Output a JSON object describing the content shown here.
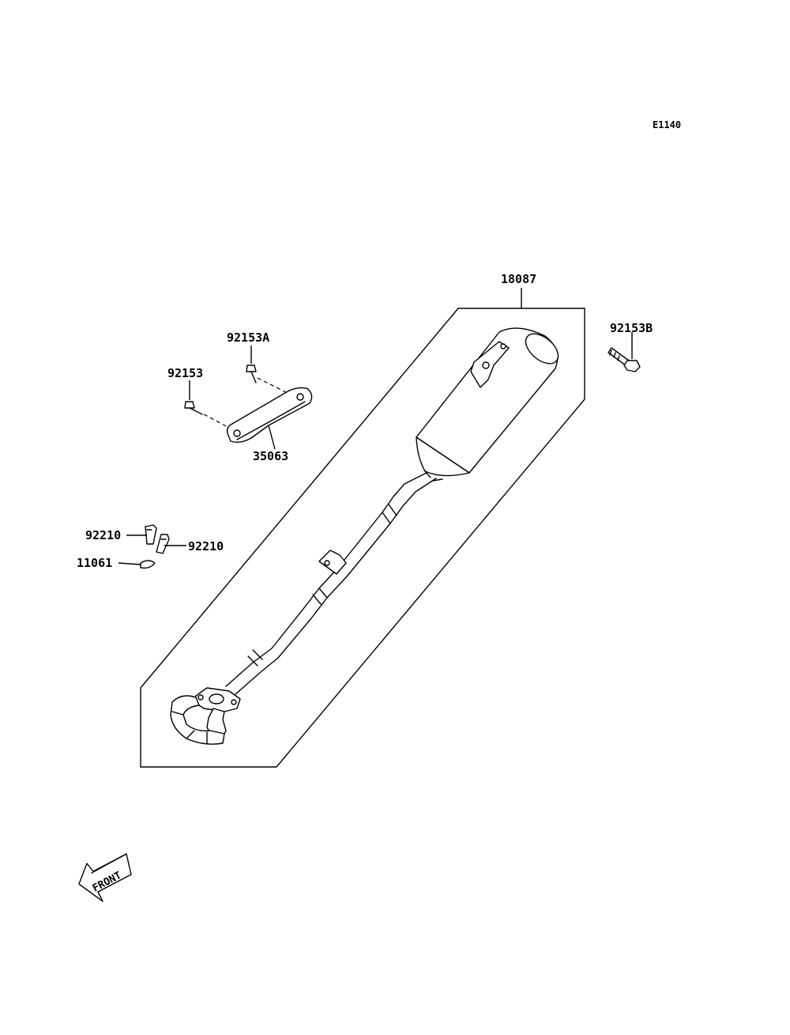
{
  "diagram_code": "E1140",
  "parts": {
    "muffler": "18087",
    "bolt_b": "92153B",
    "bolt_a": "92153A",
    "bolt": "92153",
    "bracket": "35063",
    "clip_left": "92210",
    "clip_right": "92210",
    "gasket": "11061"
  },
  "front_indicator": "FRONT"
}
